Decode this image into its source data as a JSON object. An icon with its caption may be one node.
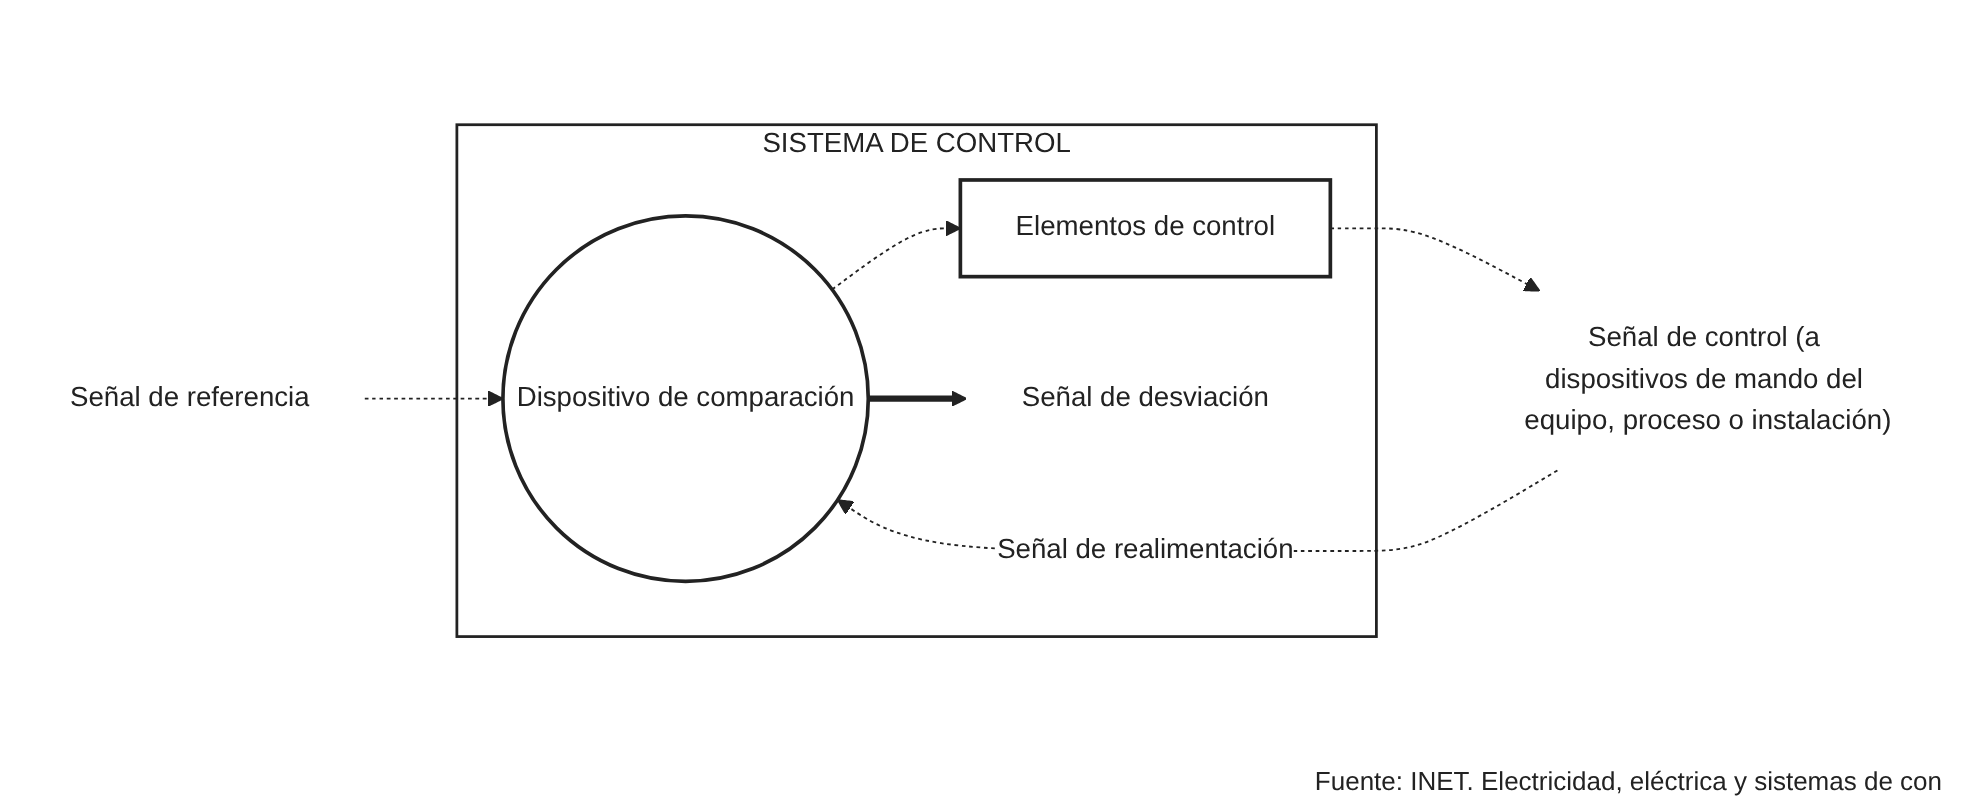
{
  "diagram": {
    "caption": "Fuente: INET. Electricidad, eléctrica y sistemas de con",
    "nodes": [
      {
        "text": [
          "SISTEMA DE CONTROL"
        ]
      },
      {
        "text": [
          "Señal de referencia"
        ]
      },
      {
        "text": [
          "Dispositivo de comparación"
        ],
        "in": 0
      },
      {
        "text": [
          "Elementos de control"
        ],
        "in": 0
      },
      {
        "text": [
          "Señal de control (a dispositivos de mando del equipo, proceso o instalación)"
        ]
      },
      {
        "text": [
          "Señal de desviación"
        ],
        "in": 0
      }
    ],
    "edges": [
      {
        "from": 1,
        "to": 2,
        "arrow": "to",
        "style": "dashed"
      },
      {
        "from": 2,
        "to": 3,
        "arrow": "to",
        "style": "dashed"
      },
      {
        "from": 3,
        "to": 4,
        "arrow": "to",
        "style": "dashed"
      },
      {
        "from": 2,
        "to": 5,
        "arrow": "to",
        "style": "thick"
      },
      {
        "from": 4,
        "to": 2,
        "arrow": "to",
        "style": "dashed",
        "label": "Señal de realimentación"
      }
    ]
  }
}
